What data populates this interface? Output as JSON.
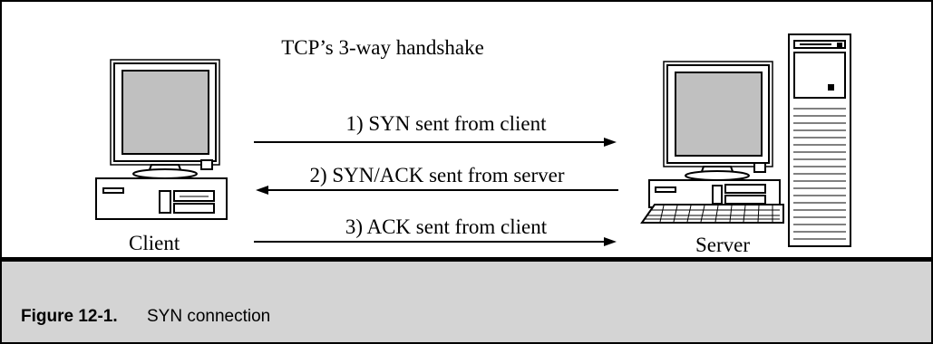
{
  "diagram": {
    "title": "TCP’s 3-way handshake",
    "client_label": "Client",
    "server_label": "Server",
    "messages": [
      {
        "label": "1) SYN sent from client",
        "direction": "to-server"
      },
      {
        "label": "2) SYN/ACK sent from server",
        "direction": "to-client"
      },
      {
        "label": "3) ACK sent from client",
        "direction": "to-server"
      }
    ]
  },
  "caption": {
    "number": "Figure 12-1.",
    "text": "SYN connection"
  },
  "colors": {
    "caption_background": "#d4d4d4",
    "screen": "#c0c0c0",
    "line": "#000000"
  }
}
